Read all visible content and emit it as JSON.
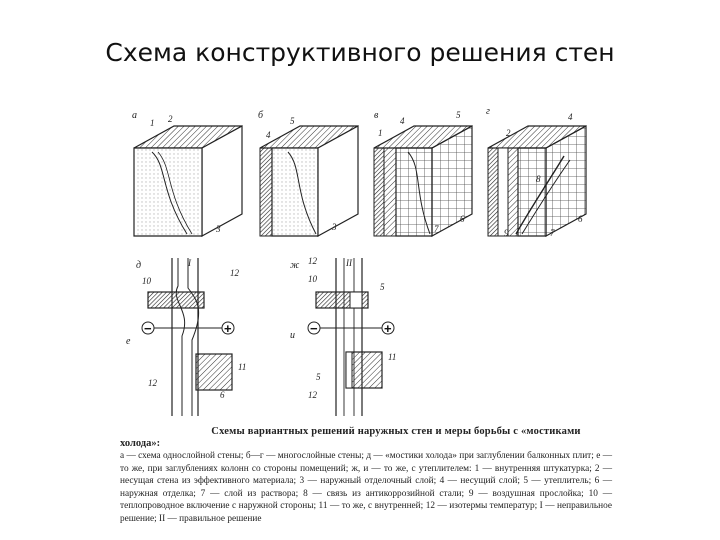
{
  "slide": {
    "title": "Схема конструктивного решения стен"
  },
  "figure": {
    "panel_letters": [
      "а",
      "б",
      "в",
      "г",
      "д",
      "е",
      "ж",
      "и"
    ],
    "numbers": {
      "a": [
        "1",
        "2",
        "3"
      ],
      "b": [
        "4",
        "5",
        "3"
      ],
      "v": [
        "1",
        "4",
        "5",
        "7",
        "6"
      ],
      "g": [
        "2",
        "4",
        "8",
        "9",
        "7",
        "6"
      ],
      "d": [
        "10",
        "I",
        "12",
        "11",
        "12",
        "6"
      ],
      "zh": [
        "12",
        "II",
        "10",
        "5",
        "11",
        "5",
        "12"
      ]
    },
    "signs": {
      "minus": "−",
      "plus": "+"
    }
  },
  "caption": {
    "title_line1": "Схемы вариантных решений наружных стен и меры борьбы с «мостиками",
    "title_line2": "холода»:",
    "body": "а — схема однослойной стены; б—г — многослойные стены; д — «мостики холода» при заглублении балконных плит; е — то же, при заглублениях колонн со стороны помещений; ж, и — то же, с утеплителем: 1 — внутренняя штукатурка; 2 — несущая стена из эффективного материала; 3 — наружный отделочный слой; 4 — несущий слой; 5 — утеплитель; 6 — наружная отделка; 7 — слой из раствора; 8 — связь из антикоррозийной стали; 9 — воздушная прослойка; 10 — теплопроводное включение с наружной стороны; 11 — то же, с внутренней; 12 — изотермы температур; I — неправильное решение; II — правильное решение"
  }
}
